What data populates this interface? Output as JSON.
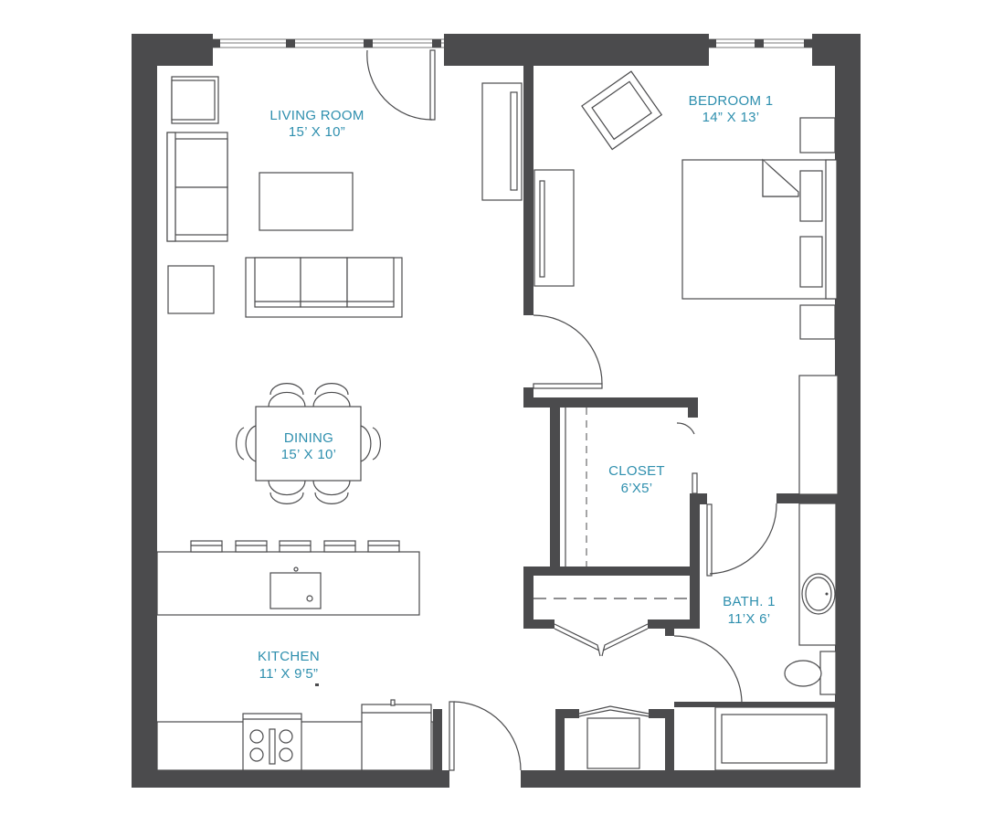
{
  "rooms": {
    "living": {
      "name": "LIVING ROOM",
      "size": "15’ X 10”"
    },
    "bedroom": {
      "name": "BEDROOM 1",
      "size": "14” X 13’"
    },
    "dining": {
      "name": "DINING",
      "size": "15’ X 10’"
    },
    "closet": {
      "name": "CLOSET",
      "size": "6’X5’"
    },
    "bath": {
      "name": "BATH. 1",
      "size": "11’X 6’"
    },
    "kitchen": {
      "name": "KITCHEN",
      "size": "11’ X 9’5”"
    }
  },
  "colors": {
    "wall": "#4b4b4d",
    "label": "#2e8fae",
    "background": "#ffffff"
  }
}
